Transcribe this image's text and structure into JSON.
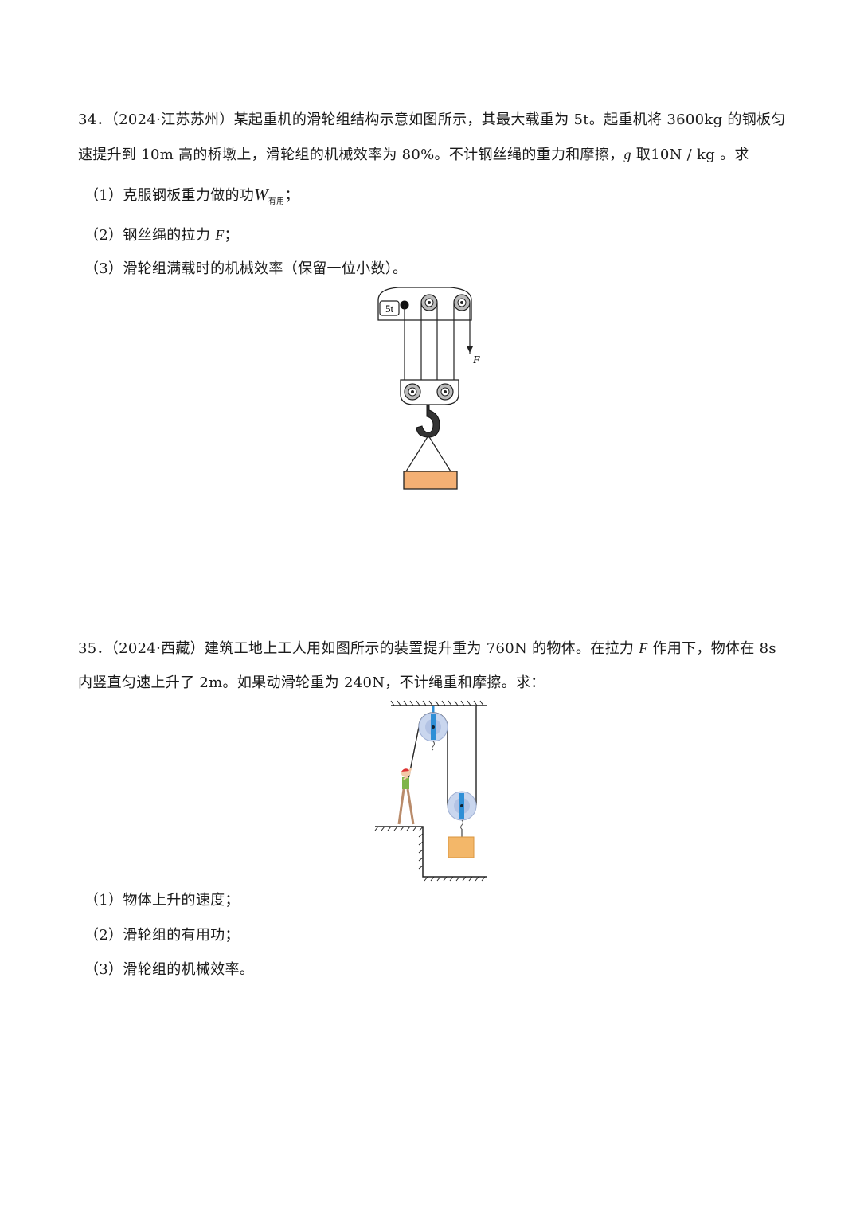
{
  "q34": {
    "line1": "34．（2024·江苏苏州）某起重机的滑轮组结构示意如图所示，其最大载重为 5t。起重机将 3600kg 的钢板匀",
    "line2_a": "速提升到 10m 高的桥墩上，滑轮组的机械效率为 80%。不计钢丝绳的重力和摩擦，",
    "line2_g": "g",
    "line2_b": " 取10N / kg 。求",
    "sub1_a": "（1）克服钢板重力做的功",
    "sub1_w": "W",
    "sub1_wsub": "有用",
    "sub1_b": "；",
    "sub2_a": "（2）钢丝绳的拉力 ",
    "sub2_f": "F",
    "sub2_b": "；",
    "sub3": "（3）滑轮组满载时的机械效率（保留一位小数）。",
    "figure": {
      "label_load": "5t",
      "label_force": "F"
    }
  },
  "q35": {
    "line1_a": "35．（2024·西藏）建筑工地上工人用如图所示的装置提升重为 760N 的物体。在拉力 ",
    "line1_f": "F",
    "line1_b": " 作用下，物体在 8s",
    "line2": "内竖直匀速上升了 2m。如果动滑轮重为 240N，不计绳重和摩擦。求：",
    "sub1": "（1）物体上升的速度；",
    "sub2": "（2）滑轮组的有用功；",
    "sub3": "（3）滑轮组的机械效率。"
  },
  "colors": {
    "text": "#1a1a1a",
    "load_box": "#f4b074",
    "pulley_blue": "#2f8fd6",
    "pulley_light": "#c9d6ee",
    "crate": "#f3b769"
  }
}
